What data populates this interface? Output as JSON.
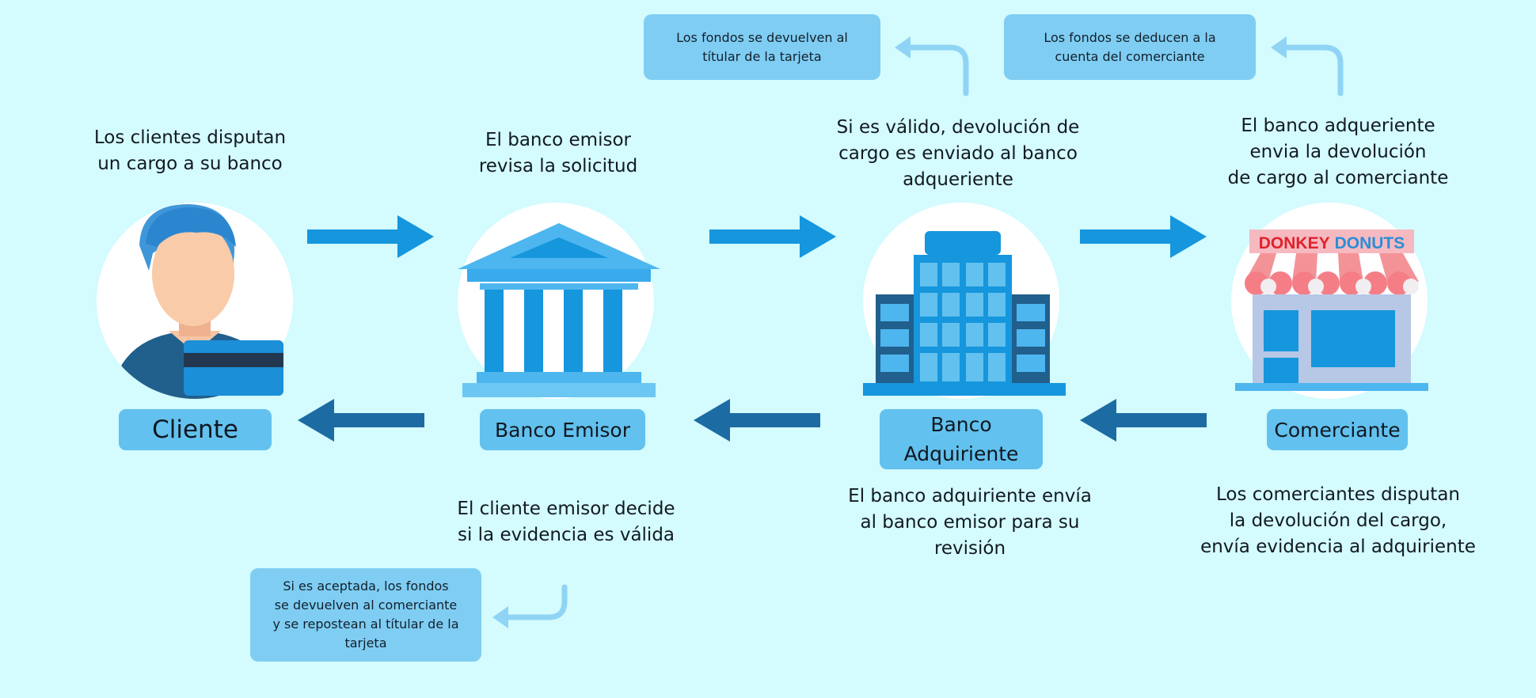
{
  "colors": {
    "background": "#d4fbfd",
    "arrow_forward": "#1596dd",
    "arrow_back": "#1d6ba3",
    "label_bg": "#62c1ee",
    "note_bg": "#7fcdf3",
    "curve_arrow": "#8fd4f5"
  },
  "nodes": {
    "cliente": {
      "label": "Cliente",
      "icon": "customer-with-card-icon"
    },
    "emisor": {
      "label": "Banco Emisor",
      "icon": "bank-building-icon"
    },
    "adquiriente": {
      "label": "Banco\nAdquiriente",
      "icon": "office-tower-icon"
    },
    "comerciante": {
      "label": "Comerciante",
      "icon": "storefront-icon"
    }
  },
  "store_sign": {
    "word1": "DONKEY",
    "word2": "DONUTS"
  },
  "top_steps": {
    "step1": "Los clientes disputan\nun cargo a su banco",
    "step2": "El banco emisor\nrevisa la solicitud",
    "step3": "Si es válido, devolución de\ncargo es enviado al banco\nadqueriente",
    "step4": "El banco adqueriente\nenvia la devolución\nde cargo al comerciante"
  },
  "bottom_steps": {
    "step5": "Los comerciantes disputan\nla devolución del cargo,\nenvía evidencia al adquiriente",
    "step6": "El banco adquiriente envía\nal banco emisor para su\nrevisión",
    "step7": "El cliente emisor decide\nsi la evidencia es válida"
  },
  "notes": {
    "refund_cardholder": "Los fondos se devuelven al\ntítular de la tarjeta",
    "deduct_merchant": "Los fondos se deducen a la\ncuenta del comerciante",
    "accepted": "Si es aceptada, los fondos\nse devuelven al comerciante\ny se repostean al títular de la\ntarjeta"
  }
}
